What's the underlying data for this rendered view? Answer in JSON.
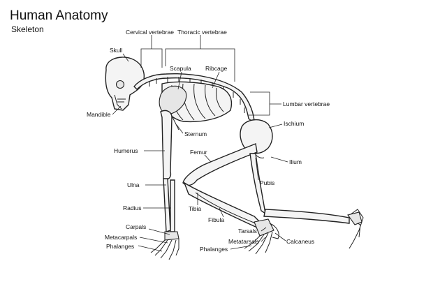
{
  "title": "Human Anatomy",
  "subtitle": "Skeleton",
  "labels": {
    "skull": "Skull",
    "cervical": "Cervical vertebrae",
    "thoracic": "Thoracic vertebrae",
    "scapula": "Scapula",
    "ribcage": "Ribcage",
    "lumbar": "Lumbar vertebrae",
    "mandible": "Mandible",
    "ischium": "Ischium",
    "sternum": "Sternum",
    "humerus": "Humerus",
    "femur": "Femur",
    "ilium": "Ilium",
    "ulna": "Ulna",
    "pubis": "Pubis",
    "radius": "Radius",
    "tibia": "Tibia",
    "fibula": "Fibula",
    "carpals": "Carpals",
    "tarsals": "Tarsals",
    "metacarpals": "Metacarpals",
    "metatarsals": "Metatarsals",
    "calcaneus": "Calcaneus",
    "phalanges_hand": "Phalanges",
    "phalanges_foot": "Phalanges"
  }
}
